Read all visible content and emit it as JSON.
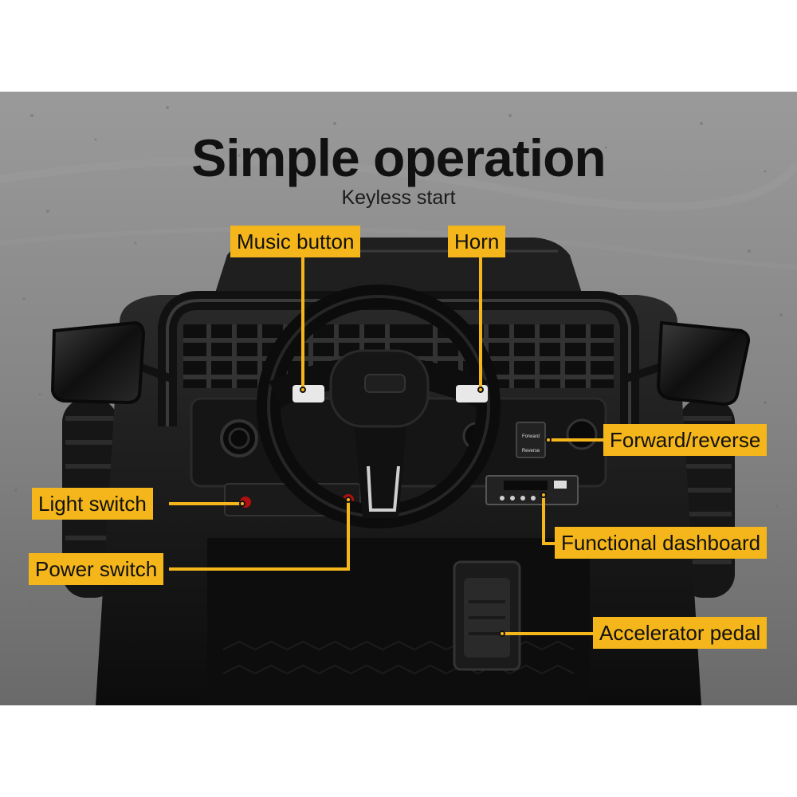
{
  "headline": {
    "title": "Simple operation",
    "subtitle": "Keyless start"
  },
  "callouts": {
    "music_button": "Music button",
    "horn": "Horn",
    "forward_reverse": "Forward/reverse",
    "light_switch": "Light switch",
    "functional_dashboard": "Functional dashboard",
    "power_switch": "Power switch",
    "accelerator_pedal": "Accelerator pedal"
  },
  "dashboard_labels": {
    "forward": "Forward",
    "reverse": "Reverse"
  },
  "colors": {
    "label_background": "#f4b61a",
    "label_text": "#111111",
    "asphalt": "#8a8a8a",
    "vehicle": "#1a1a1a"
  }
}
